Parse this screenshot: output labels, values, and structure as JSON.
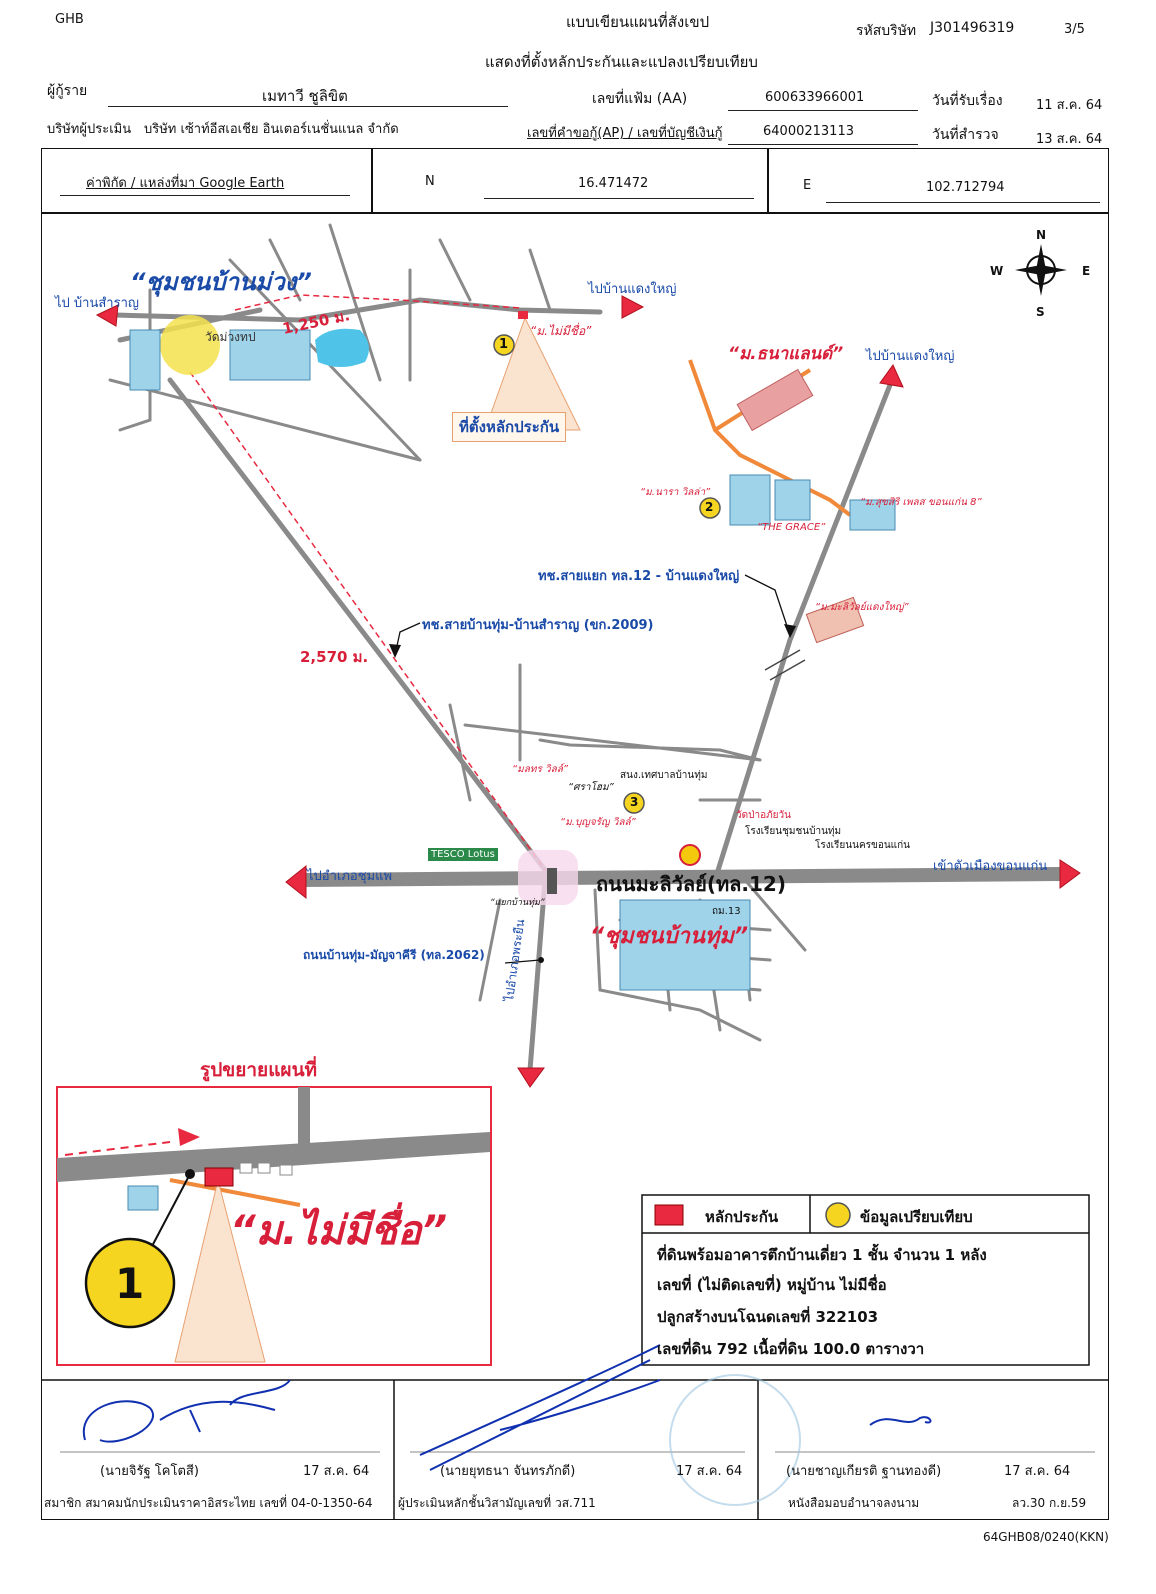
{
  "header": {
    "bank": "GHB",
    "title": "แบบเขียนแผนที่สังเขป",
    "subtitle": "แสดงที่ตั้งหลักประกันและแปลงเปรียบเทียบ",
    "company_code_label": "รหัสบริษัท",
    "company_code": "J301496319",
    "page": "3/5",
    "borrower_label": "ผู้กู้ราย",
    "borrower": "เมทาวี  ชูลิขิต",
    "file_no_label": "เลขที่แฟ้ม (AA)",
    "file_no": "600633966001",
    "received_label": "วันที่รับเรื่อง",
    "received": "11 ส.ค. 64",
    "appraiser_company_label": "บริษัทผู้ประเมิน",
    "appraiser_company": "บริษัท เซ้าท์อีสเอเชีย อินเตอร์เนชั่นแนล จำกัด",
    "request_no_label": "เลขที่คำขอกู้(AP) / เลขที่บัญชีเงินกู้",
    "request_no": "64000213113",
    "survey_label": "วันที่สำรวจ",
    "survey": "13 ส.ค. 64"
  },
  "coords": {
    "source_label": "ค่าพิกัด / แหล่งที่มา Google Earth",
    "n_label": "N",
    "n_value": "16.471472",
    "e_label": "E",
    "e_value": "102.712794"
  },
  "map": {
    "compass": {
      "n": "N",
      "s": "S",
      "e": "E",
      "w": "W"
    },
    "community_muang": "“ชุมชนบ้านม่วง”",
    "to_samran": "ไป บ้านสำราญ",
    "to_daeng_yai_1": "ไปบ้านแดงใหญ่",
    "to_daeng_yai_2": "ไปบ้านแดงใหญ่",
    "dist_1250": "1,250 ม.",
    "wat": "วัดม่วงทป",
    "no_name_village": "“ม.ไม่มีชื่อ”",
    "collateral_location": "ที่ตั้งหลักประกัน",
    "thanaland": "“ม.ธนาแลนด์”",
    "narada_villa": "“ม.นารา วิลล่า”",
    "the_grace": "“THE GRACE”",
    "sukhsiri": "“ม.สุขสิริ เพลส ขอนแก่น 8”",
    "road_daeng_yai": "ทช.สายแยก ทล.12 - บ้านแดงใหญ่",
    "malivan_daeng_yai": "“ม.มะลิวัลย์แดงใหญ่”",
    "road_tum_samran": "ทช.สายบ้านทุ่ม-บ้านสำราญ (ขก.2009)",
    "dist_2570": "2,570 ม.",
    "malai_villa": "“มลทร วิลล์”",
    "sara_home": "“ศราโฮม”",
    "bunjaroen_villa": "“ม.บุญจรัญ วิลล์”",
    "municipality": "สนง.เทศบาลบ้านทุ่ม",
    "wat_pa": "วัดป่าอภัยวัน",
    "school_1": "โรงเรียนชุมชนบ้านทุ่ม",
    "school_2": "โรงเรียนนครขอนแก่น",
    "tesco": "TESCO Lotus",
    "to_chumphae": "ไปอำเภอชุมแพ",
    "to_khonkaen": "เข้าตัวเมืองขอนแก่น",
    "highway12": "ถนนมะลิวัลย์(ทล.12)",
    "intersection": "“แยกบ้านทุ่ม”",
    "moo13": "ถม.13",
    "community_tum": "“ชุมชนบ้านทุ่ม”",
    "road_2062": "ถนนบ้านทุ่ม-มัญจาคีรี (ทล.2062)",
    "to_phra_yuen": "ไปอำเภอพระยืน",
    "marker_1": "1",
    "marker_2": "2",
    "marker_3": "3"
  },
  "inset": {
    "title": "รูปขยายแผนที่",
    "village": "“ม.ไม่มีชื่อ”",
    "marker": "1"
  },
  "legend": {
    "collateral": "หลักประกัน",
    "comparison": "ข้อมูลเปรียบเทียบ",
    "line1": "ที่ดินพร้อมอาคารตึกบ้านเดี่ยว 1 ชั้น  จำนวน 1 หลัง",
    "line2": "เลขที่ (ไม่ติดเลขที่)  หมู่บ้าน  ไม่มีชื่อ",
    "line3": "ปลูกสร้างบนโฉนดเลขที่  322103",
    "line4": "เลขที่ดิน  792  เนื้อที่ดิน  100.0  ตารางวา",
    "colors": {
      "collateral": "#e8293f",
      "comparison": "#f5d51f"
    }
  },
  "signatures": {
    "sig1_name": "(นายจิรัฐ  โคโตสี)",
    "sig1_date": "17 ส.ค. 64",
    "sig1_note": "สมาชิก สมาคมนักประเมินราคาอิสระไทย เลขที่ 04-0-1350-64",
    "sig2_name": "(นายยุทธนา  จันทรภักดี)",
    "sig2_date": "17 ส.ค. 64",
    "sig2_note": "ผู้ประเมินหลักชั้นวิสามัญเลขที่ วส.711",
    "sig3_name": "(นายชาญเกียรติ  ฐานทองดี)",
    "sig3_date": "17 ส.ค. 64",
    "sig3_note": "หนังสือมอบอำนาจลงนาม",
    "sig3_ref": "ลว.30 ก.ย.59"
  },
  "footer_code": "64GHB08/0240(KKN)"
}
